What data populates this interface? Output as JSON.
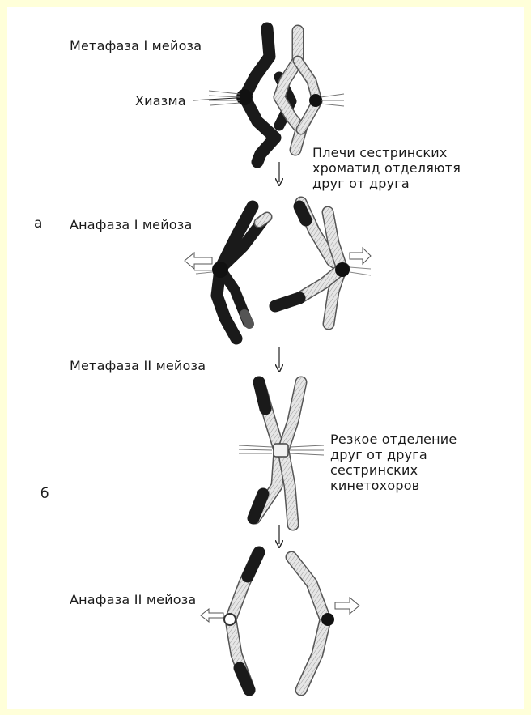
{
  "figure": {
    "background": "#FFFFD9",
    "panel_color": "#FFFFFF",
    "dark_chromatid_color": "#1A1A1A",
    "light_chromatid_color": "#E6E6E6",
    "labels": {
      "metaphase1": "Метафаза I  мейоза",
      "chiasma": "Хиазма",
      "sister_arms": [
        "Плечи сестринских",
        "хроматид отделяютя",
        "друг от друга"
      ],
      "panel_a": "а",
      "anaphase1": "Анафаза I  мейоза",
      "metaphase2": "Метафаза II  мейоза",
      "kinetochores": [
        "Резкое отделение",
        "друг от друга",
        "сестринских",
        "кинетохоров"
      ],
      "panel_b": "б",
      "anaphase2": "Анафаза II мейоза"
    },
    "icons": [
      "down-arrow-icon",
      "left-pull-arrow-icon",
      "right-pull-arrow-icon",
      "spindle-fiber-icon"
    ]
  }
}
